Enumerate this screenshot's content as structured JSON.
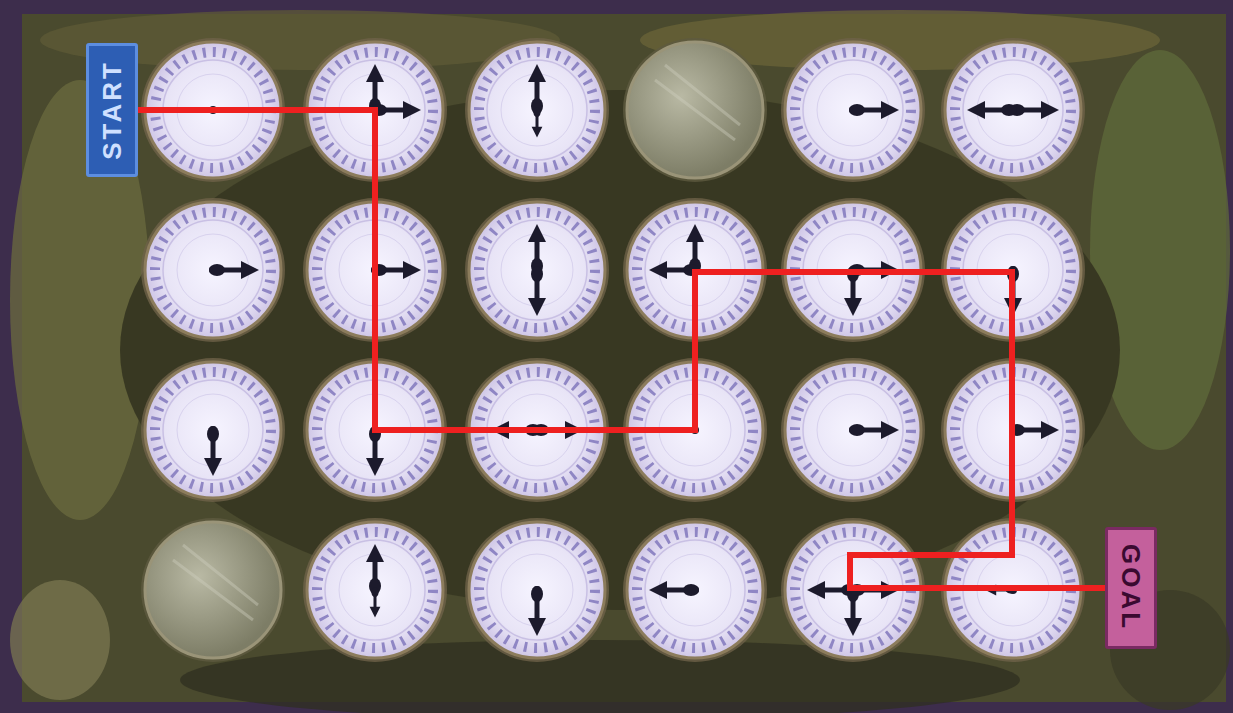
{
  "diagram": {
    "nodes": [
      {
        "text": [
          "START"
        ]
      },
      {
        "text": [
          "GOAL"
        ]
      }
    ],
    "edges": [
      {
        "from": 0,
        "to": 1,
        "arrow": "none"
      }
    ]
  }
}
